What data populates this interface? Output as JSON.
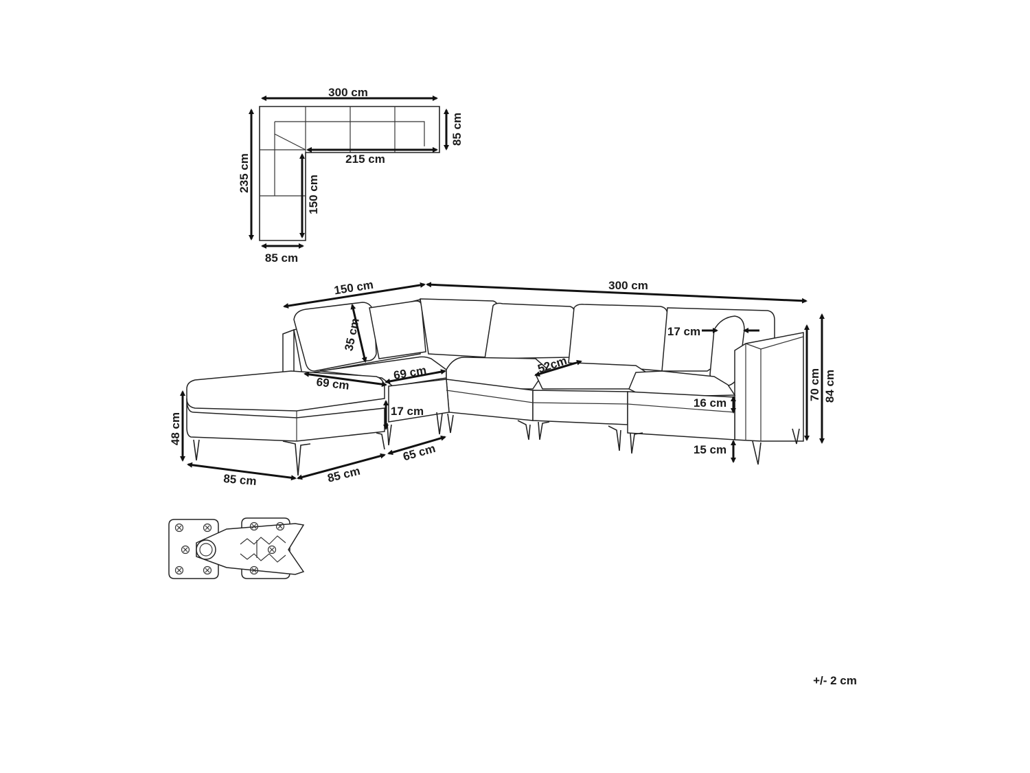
{
  "top_view": {
    "width_total": "300 cm",
    "depth_right": "85 cm",
    "inner_length": "215 cm",
    "height_total": "235 cm",
    "inner_height": "150 cm",
    "depth_bottom": "85 cm"
  },
  "perspective": {
    "left_length": "150 cm",
    "right_length": "300 cm",
    "cushion_height": "35 cm",
    "cushion_thickness": "17 cm",
    "overall_height": "84 cm",
    "arm_height": "70 cm",
    "seat_depth_a": "69 cm",
    "seat_depth_b": "69 cm",
    "seat_depth_c": "52cm",
    "seat_thickness": "16 cm",
    "leg_height": "15 cm",
    "ottoman_height": "48 cm",
    "ottoman_cushion": "17 cm",
    "ottoman_width": "85 cm",
    "ottoman_depth": "85 cm",
    "module_width": "65 cm"
  },
  "tolerance": "+/- 2 cm"
}
